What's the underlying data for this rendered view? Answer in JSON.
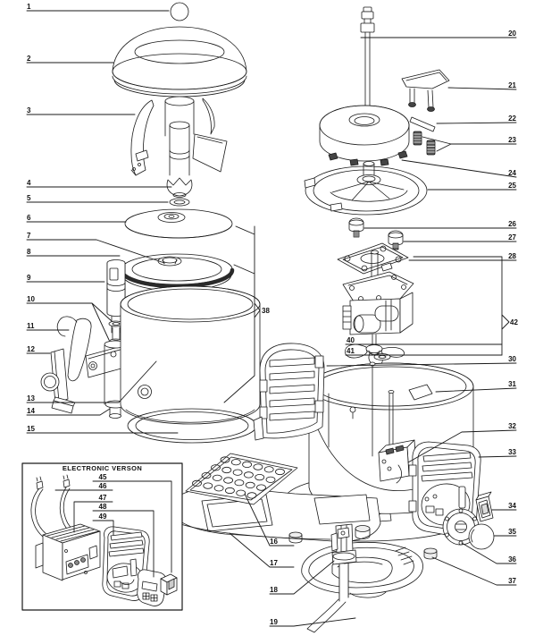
{
  "diagram": {
    "kind": "exploded-parts-diagram",
    "background_color": "#ffffff",
    "line_color": "#1a1a1a",
    "inset": {
      "title": "ELECTRONIC VERSON"
    },
    "callouts": {
      "c1": "1",
      "c2": "2",
      "c3": "3",
      "c4": "4",
      "c5": "5",
      "c6": "6",
      "c7": "7",
      "c8": "8",
      "c9": "9",
      "c10": "10",
      "c11": "11",
      "c12": "12",
      "c13": "13",
      "c14": "14",
      "c15": "15",
      "c16": "16",
      "c17": "17",
      "c18": "18",
      "c19": "19",
      "c20": "20",
      "c21": "21",
      "c22": "22",
      "c23": "23",
      "c24": "24",
      "c25": "25",
      "c26": "26",
      "c27": "27",
      "c28": "28",
      "c30": "30",
      "c31": "31",
      "c32": "32",
      "c33": "33",
      "c34": "34",
      "c35": "35",
      "c36": "36",
      "c37": "37",
      "c38": "38",
      "c40": "40",
      "c41": "41",
      "c42": "42",
      "c45": "45",
      "c46": "46",
      "c47": "47",
      "c48": "48",
      "c49": "49"
    }
  }
}
